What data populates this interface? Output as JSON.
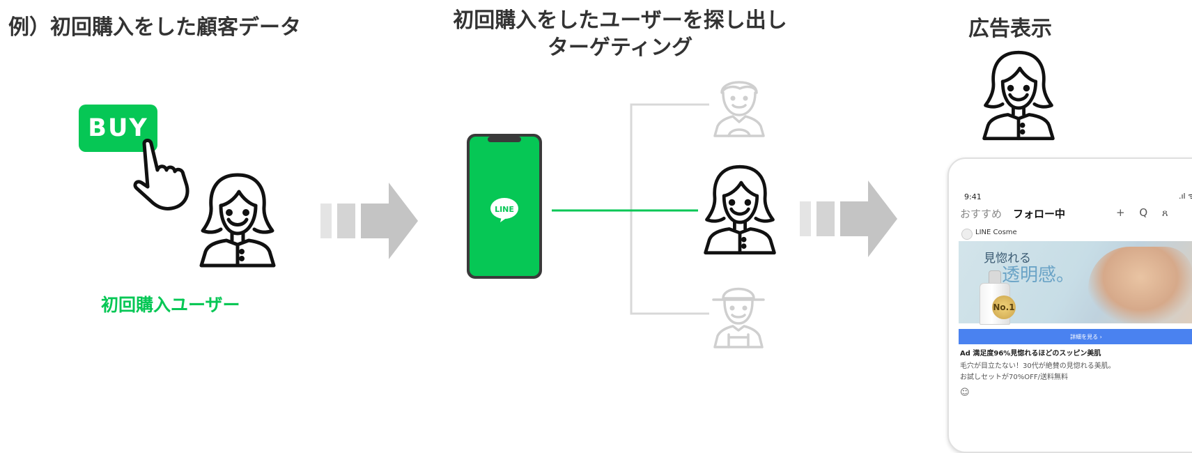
{
  "titles": {
    "left": "例）初回購入をした顧客データ",
    "middle_line1": "初回購入をしたユーザーを探し出し",
    "middle_line2": "ターゲティング",
    "right": "広告表示"
  },
  "buy_button": {
    "label": "BUY"
  },
  "first_user_label": "初回購入ユーザー",
  "phone_logo_text": "LINE",
  "colors": {
    "accent": "#06c755",
    "heading": "#333333",
    "faded": "#c8c8c8",
    "arrow": "#c4c4c4"
  },
  "icons": [
    "pointing-hand-icon",
    "woman-icon",
    "man-icon",
    "worker-icon",
    "arrow-right-icon",
    "line-logo-icon"
  ],
  "ad_mock": {
    "status_time": "9:41",
    "status_icons": ".ıl ᯤ ▬",
    "tab_recommended": "おすすめ",
    "tab_following": "フォロー中",
    "tool_icons": "+ Q ጸ",
    "account_name": "LINE Cosme",
    "image_text_line1": "見惚れる",
    "image_text_line2": "透明感。",
    "medal_text": "No.1",
    "cta_label": "詳細を見る ›",
    "headline": "Ad 満足度96%見惚れるほどのスッピン美肌",
    "body_line1": "毛穴が目立たない！30代が絶賛の見惚れる美肌。",
    "body_line2": "お試しセットが70%OFF/送料無料",
    "reaction_icon": "☺"
  }
}
